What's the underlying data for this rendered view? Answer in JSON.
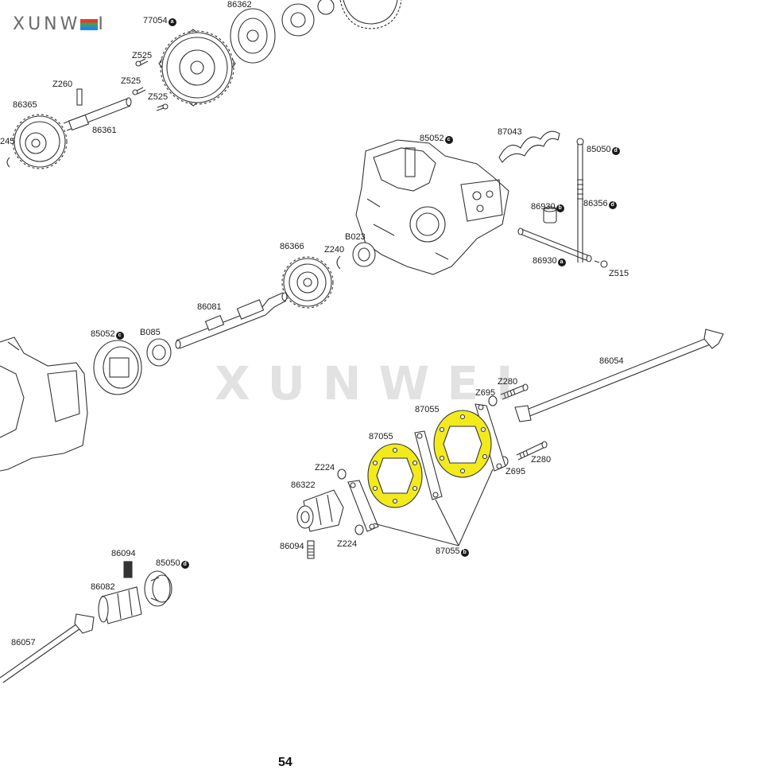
{
  "brand": {
    "name_a": "XUNW",
    "name_b": "I",
    "watermark": "XUNWEI"
  },
  "page_number": "54",
  "colors": {
    "highlight": "#f2ea1d",
    "line": "#333333"
  },
  "parts": {
    "p77054": {
      "num": "77054",
      "sfx": "a"
    },
    "p86362": {
      "num": "86362",
      "sfx": ""
    },
    "pZ525a": {
      "num": "Z525",
      "sfx": ""
    },
    "pZ525b": {
      "num": "Z525",
      "sfx": ""
    },
    "pZ525c": {
      "num": "Z525",
      "sfx": ""
    },
    "pZ260": {
      "num": "Z260",
      "sfx": ""
    },
    "p86365": {
      "num": "86365",
      "sfx": ""
    },
    "p245": {
      "num": "245",
      "sfx": ""
    },
    "p86361": {
      "num": "86361",
      "sfx": ""
    },
    "p87043": {
      "num": "87043",
      "sfx": ""
    },
    "p85052top": {
      "num": "85052",
      "sfx": "c"
    },
    "p85050top": {
      "num": "85050",
      "sfx": "d"
    },
    "p86930b": {
      "num": "86930",
      "sfx": "b"
    },
    "p86356": {
      "num": "86356",
      "sfx": "d"
    },
    "p86930a": {
      "num": "86930",
      "sfx": "a"
    },
    "pZ515": {
      "num": "Z515",
      "sfx": ""
    },
    "p86366": {
      "num": "86366",
      "sfx": ""
    },
    "pZ240": {
      "num": "Z240",
      "sfx": ""
    },
    "pB023": {
      "num": "B023",
      "sfx": ""
    },
    "p86081": {
      "num": "86081",
      "sfx": ""
    },
    "p85052mid": {
      "num": "85052",
      "sfx": "c"
    },
    "pB085": {
      "num": "B085",
      "sfx": ""
    },
    "p86054": {
      "num": "86054",
      "sfx": ""
    },
    "pZ280a": {
      "num": "Z280",
      "sfx": ""
    },
    "pZ695a": {
      "num": "Z695",
      "sfx": ""
    },
    "p87055a": {
      "num": "87055",
      "sfx": ""
    },
    "p87055b": {
      "num": "87055",
      "sfx": ""
    },
    "pZ280b": {
      "num": "Z280",
      "sfx": ""
    },
    "pZ695b": {
      "num": "Z695",
      "sfx": ""
    },
    "pZ224a": {
      "num": "Z224",
      "sfx": ""
    },
    "p86322": {
      "num": "86322",
      "sfx": ""
    },
    "p86094a": {
      "num": "86094",
      "sfx": ""
    },
    "pZ224b": {
      "num": "Z224",
      "sfx": ""
    },
    "p87055c": {
      "num": "87055",
      "sfx": "b"
    },
    "p86094b": {
      "num": "86094",
      "sfx": ""
    },
    "p85050bot": {
      "num": "85050",
      "sfx": "d"
    },
    "p86082": {
      "num": "86082",
      "sfx": ""
    },
    "p86057": {
      "num": "86057",
      "sfx": ""
    }
  }
}
